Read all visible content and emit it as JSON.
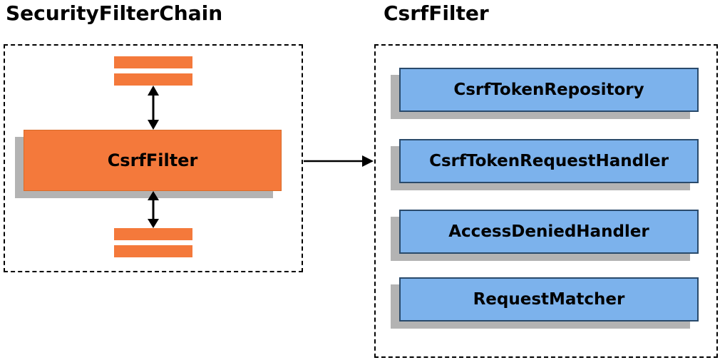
{
  "left_panel": {
    "title": "SecurityFilterChain",
    "filter_label": "CsrfFilter"
  },
  "right_panel": {
    "title": "CsrfFilter",
    "components": [
      {
        "label": "CsrfTokenRepository"
      },
      {
        "label": "CsrfTokenRequestHandler"
      },
      {
        "label": "AccessDeniedHandler"
      },
      {
        "label": "RequestMatcher"
      }
    ]
  },
  "icons": {
    "vertical_connectors": "double-headed-arrow-icon",
    "horizontal_connector": "arrow-right-icon"
  },
  "colors": {
    "orange": "#F4793B",
    "orange-border": "#D96B28",
    "blue": "#7CB2EC",
    "blue-border": "#2A4A6B",
    "shadow": "#B3B3B3"
  }
}
